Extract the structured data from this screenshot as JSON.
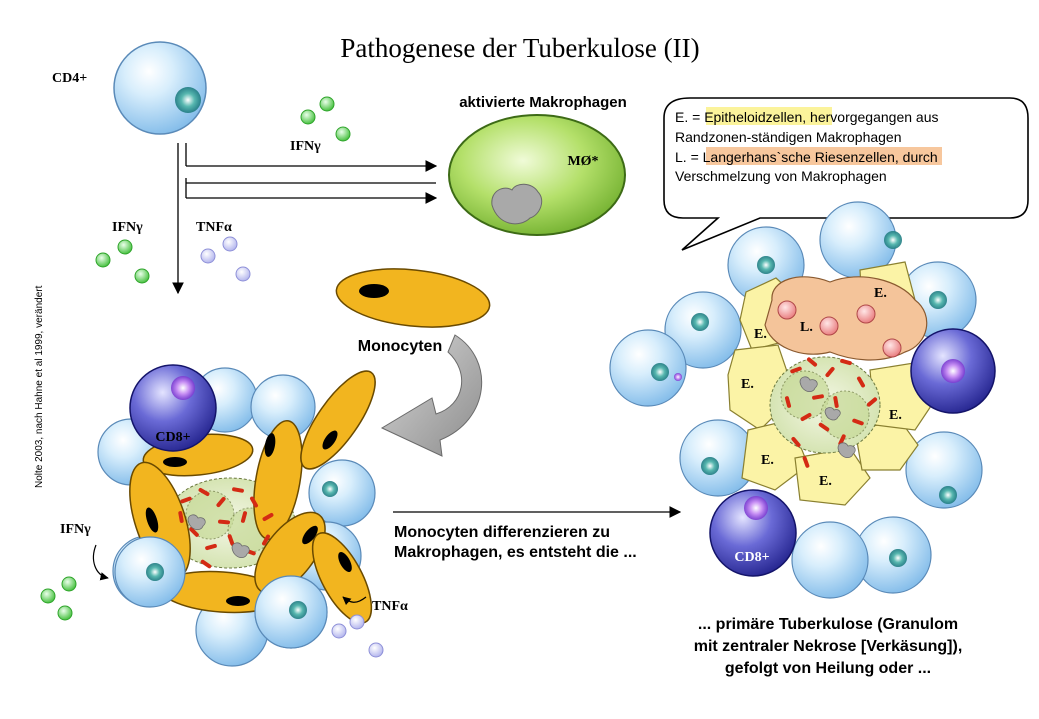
{
  "title": "Pathogenese der Tuberkulose (II)",
  "credit": "Nolte 2003, nach Hahne et al 1999, verändert",
  "labels": {
    "cd4": "CD4+",
    "ifn_gamma": "IFNγ",
    "tnf_alpha": "TNFα",
    "activated_macrophages": "aktivierte Makrophagen",
    "macrophage_symbol": "MØ*",
    "monocytes": "Monocyten",
    "cd8": "CD8+",
    "epitheloid_abbrev": "E.",
    "langerhans_abbrev": "L."
  },
  "callout": {
    "line1_prefix": "E. = ",
    "line1_term": "Epitheloidzellen",
    "line1_suffix": ", hervorgegangen aus",
    "line2": "Randzonen-ständigen Makrophagen",
    "line3_prefix": "L. = ",
    "line3_term": "Langerhans`sche Riesenzellen",
    "line3_suffix": ", durch",
    "line4": "Verschmelzung von Makrophagen"
  },
  "middle_text": {
    "line1": "Monocyten differenzieren zu",
    "line2": "Makrophagen, es entsteht die ..."
  },
  "bottom_text": {
    "line1": "... primäre Tuberkulose (Granulom",
    "line2": "mit zentraler Nekrose [Verkäsung]),",
    "line3": "gefolgt von Heilung oder ..."
  },
  "colors": {
    "lymphocyte": "#9fd0f2",
    "cd8": "#3436a8",
    "macrophage": "#86c63a",
    "monocyte": "#f2b51f",
    "epitheloid": "#fbf3a6",
    "langerhans": "#f4c49a",
    "bacteria": "#d42a14",
    "ifn_dot": "#5ad04a",
    "tnf_dot": "#b7b7ef",
    "highlight_epitheloid": "#fbf39b",
    "highlight_langerhans": "#f7c79d"
  }
}
